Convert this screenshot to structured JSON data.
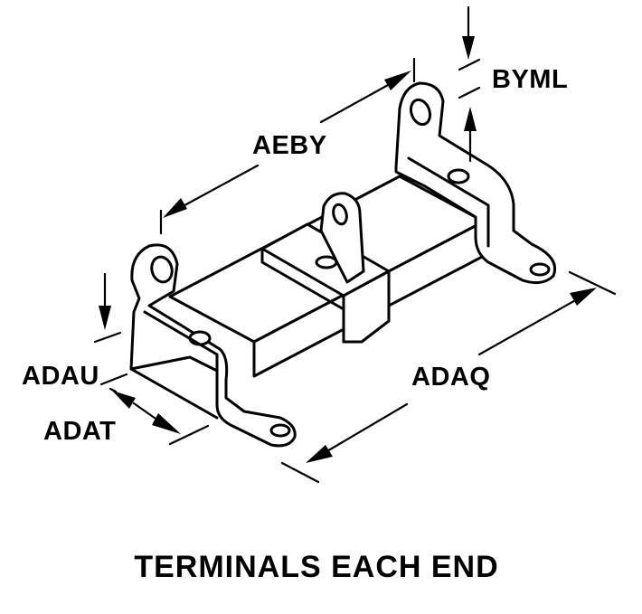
{
  "diagram": {
    "labels": {
      "aeby": "AEBY",
      "byml": "BYML",
      "adau": "ADAU",
      "adat": "ADAT",
      "adaq": "ADAQ"
    },
    "caption": "TERMINALS EACH END"
  }
}
